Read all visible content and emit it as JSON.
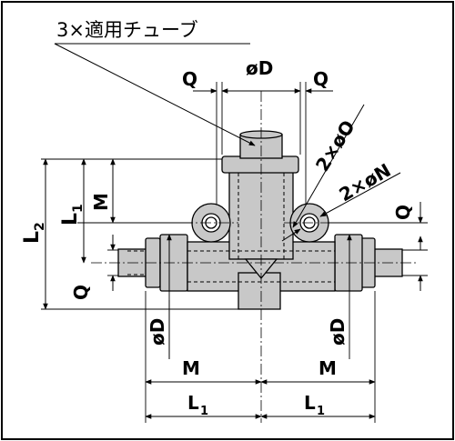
{
  "callout": {
    "text": "3×適用チューブ"
  },
  "dims": {
    "Q_top_left": "Q",
    "phiD_top": "øD",
    "Q_top_right": "Q",
    "two_phiO": "2×øO",
    "two_phiN": "2×øN",
    "Q_right": "Q",
    "L2": "L",
    "L2_sub": "2",
    "L1_left": "L",
    "L1_left_sub": "1",
    "M_left": "M",
    "Q_left": "Q",
    "phiD_left": "øD",
    "phiD_right": "øD",
    "M_bottom_left": "M",
    "M_bottom_right": "M",
    "L1_bottom_left": "L",
    "L1_bottom_left_sub": "1",
    "L1_bottom_right": "L",
    "L1_bottom_right_sub": "1"
  },
  "colors": {
    "body_fill": "#c8c8c8",
    "line": "#000000",
    "background": "#ffffff"
  }
}
